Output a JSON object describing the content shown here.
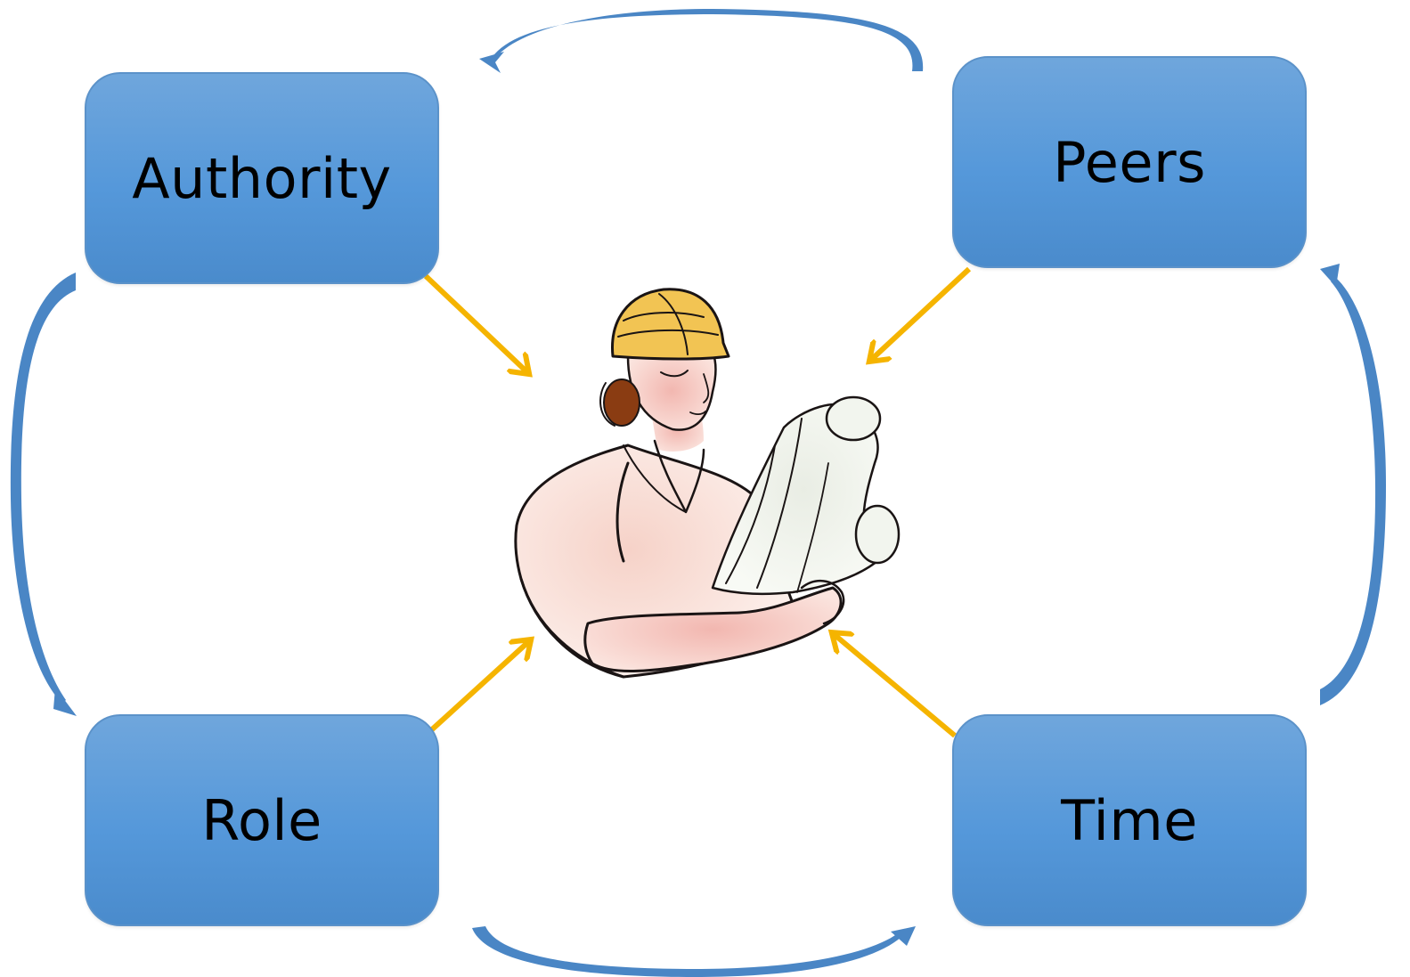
{
  "diagram": {
    "nodes": [
      {
        "id": "authority",
        "label": "Authority"
      },
      {
        "id": "peers",
        "label": "Peers"
      },
      {
        "id": "role",
        "label": "Role"
      },
      {
        "id": "time",
        "label": "Time"
      }
    ],
    "center": {
      "figure": "engineer-holding-blueprints"
    },
    "edges_to_center": [
      "authority",
      "peers",
      "role",
      "time"
    ],
    "cycle": [
      "peers",
      "authority",
      "role",
      "time",
      "peers"
    ],
    "colors": {
      "box_fill": "#5598da",
      "box_border": "#5b92c9",
      "cycle_arrow": "#4a86c5",
      "center_arrow": "#f5b400",
      "hard_hat": "#f2c453"
    }
  }
}
